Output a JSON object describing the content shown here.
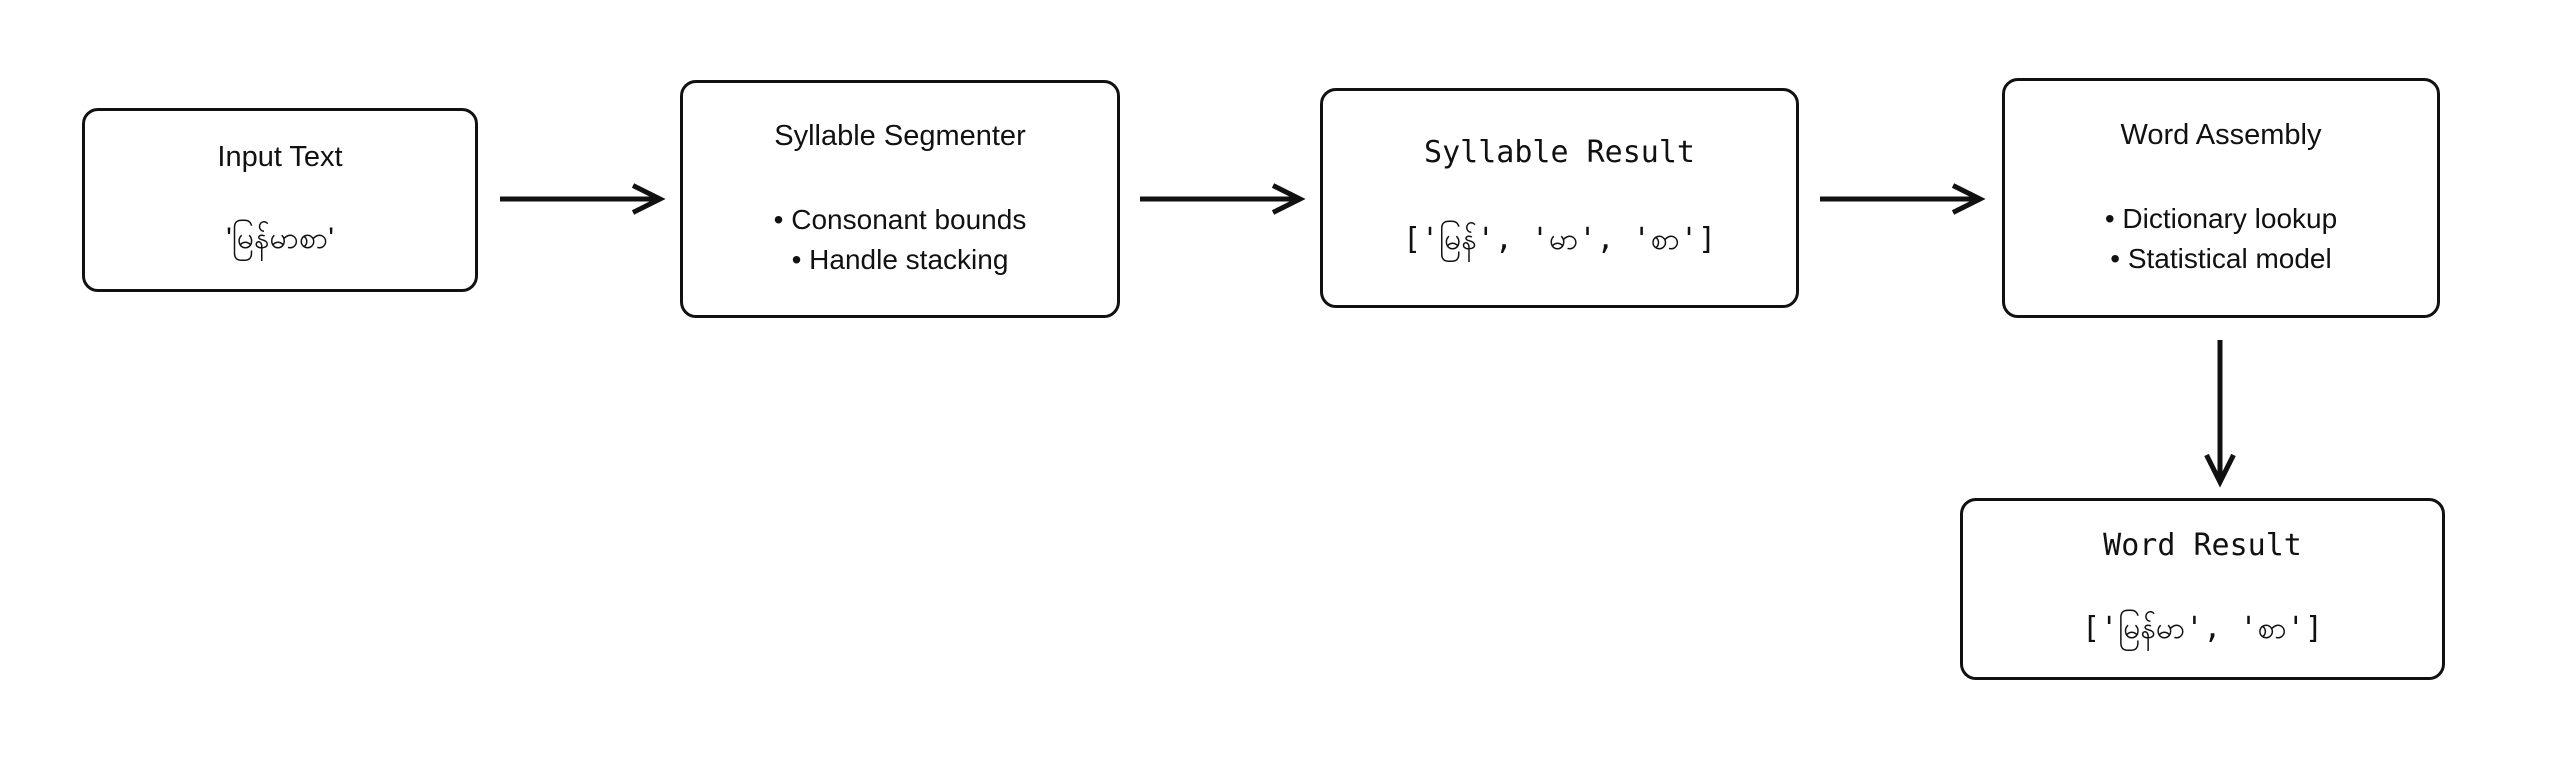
{
  "diagram": {
    "background_color": "#ffffff",
    "line_color": "#111111",
    "nodes": {
      "input_text": {
        "title": "Input Text",
        "value": "'မြန်မာစာ'"
      },
      "syllable_segmenter": {
        "title": "Syllable Segmenter",
        "bullets": [
          "• Consonant bounds",
          "• Handle stacking"
        ]
      },
      "syllable_result": {
        "title": "Syllable Result",
        "value": "['မြန်', 'မာ', 'စာ']"
      },
      "word_assembly": {
        "title": "Word Assembly",
        "bullets": [
          "• Dictionary lookup",
          "• Statistical model"
        ]
      },
      "word_result": {
        "title": "Word Result",
        "value": "['မြန်မာ', 'စာ']"
      }
    },
    "arrows": [
      {
        "from": "input_text",
        "to": "syllable_segmenter",
        "direction": "right"
      },
      {
        "from": "syllable_segmenter",
        "to": "syllable_result",
        "direction": "right"
      },
      {
        "from": "syllable_result",
        "to": "word_assembly",
        "direction": "right"
      },
      {
        "from": "word_assembly",
        "to": "word_result",
        "direction": "down"
      }
    ]
  }
}
